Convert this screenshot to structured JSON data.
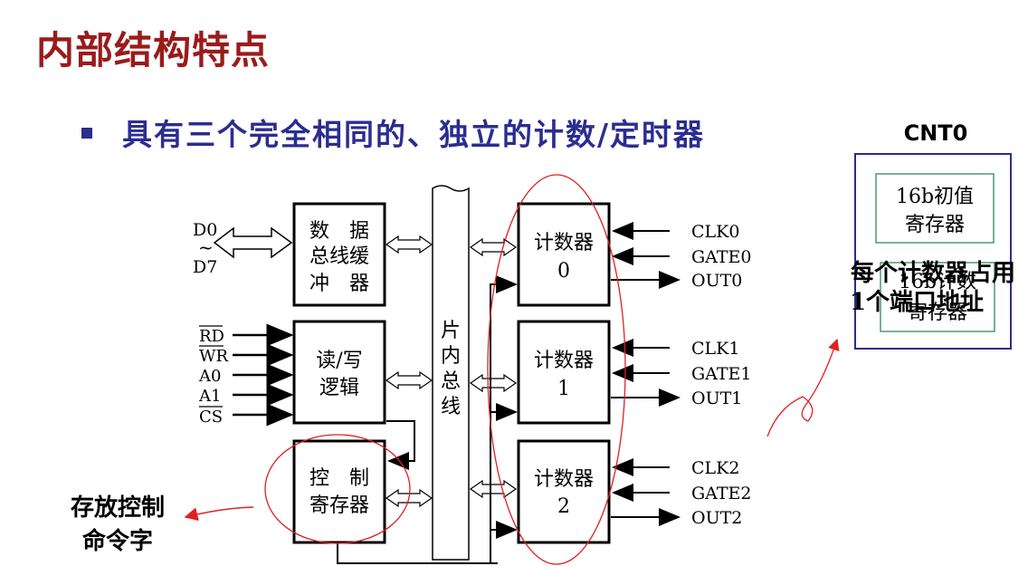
{
  "slide": {
    "title": "内部结构特点",
    "bullet": "具有三个完全相同的、独立的计数/定时器"
  },
  "diagram": {
    "data_bus_pins": [
      "D0",
      "~",
      "D7"
    ],
    "data_buffer": [
      "数　据",
      "总线缓",
      "冲　器"
    ],
    "rw_logic": [
      "读/写",
      "逻辑"
    ],
    "rw_pins": [
      "RD",
      "WR",
      "A0",
      "A1",
      "CS"
    ],
    "control_register": [
      "控　制",
      "寄存器"
    ],
    "internal_bus": [
      "片",
      "内",
      "总",
      "线"
    ],
    "counters": [
      {
        "label": "计数器",
        "num": "0",
        "pins": [
          "CLK0",
          "GATE0",
          "OUT0"
        ]
      },
      {
        "label": "计数器",
        "num": "1",
        "pins": [
          "CLK1",
          "GATE1",
          "OUT1"
        ]
      },
      {
        "label": "计数器",
        "num": "2",
        "pins": [
          "CLK2",
          "GATE2",
          "OUT2"
        ]
      }
    ]
  },
  "annotations": {
    "control_word_note": [
      "存放控制",
      "命令字"
    ],
    "port_note": [
      "每个计数器占用",
      "1个端口地址"
    ]
  },
  "cnt0": {
    "title": "CNT0",
    "initial_register": [
      "16b初值",
      "寄存器"
    ],
    "counter_register": [
      "16b计数",
      "寄存器"
    ]
  },
  "colors": {
    "title": "#9b1b1b",
    "bullet": "#2b2d8f",
    "annotation": "#e02020",
    "cnt0_border": "#2b2d8f",
    "cnt0_inner": "#2e8b57"
  }
}
